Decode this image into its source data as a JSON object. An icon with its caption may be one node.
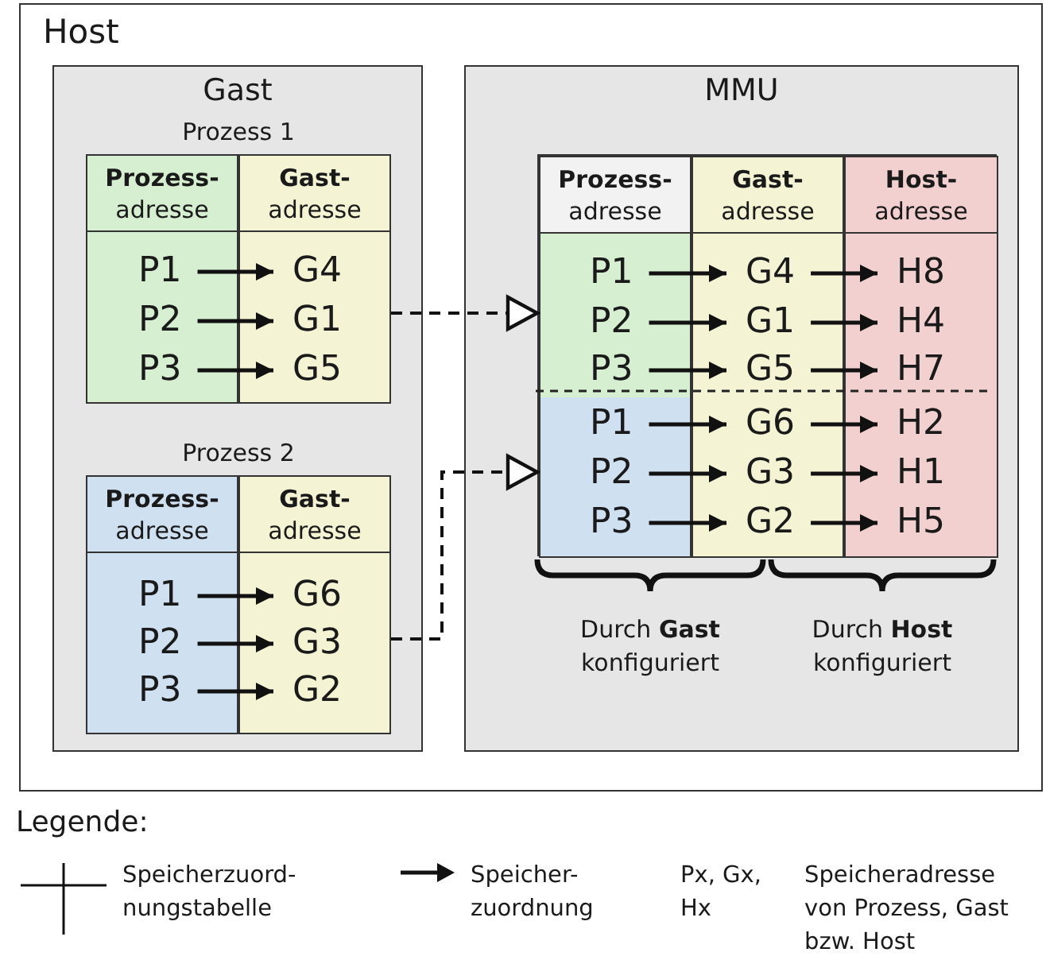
{
  "diagram": {
    "nodes": [
      {
        "text": [
          "Host"
        ]
      },
      {
        "text": [
          "Gast"
        ],
        "in": 0
      },
      {
        "text": [
          "Prozess 1"
        ],
        "in": 1
      },
      {
        "text": [
          "**Prozess-** adresse"
        ],
        "in": 2
      },
      {
        "text": [
          "**Gast-** adresse"
        ],
        "in": 2
      },
      {
        "text": [
          "P1"
        ],
        "in": 3
      },
      {
        "text": [
          "P2"
        ],
        "in": 3
      },
      {
        "text": [
          "P3"
        ],
        "in": 3
      },
      {
        "text": [
          "G4"
        ],
        "in": 4
      },
      {
        "text": [
          "G1"
        ],
        "in": 4
      },
      {
        "text": [
          "G5"
        ],
        "in": 4
      },
      {
        "text": [
          "Prozess 2"
        ],
        "in": 1
      },
      {
        "text": [
          "**Prozess-** adresse"
        ],
        "in": 11
      },
      {
        "text": [
          "**Gast-** adresse"
        ],
        "in": 11
      },
      {
        "text": [
          "P1"
        ],
        "in": 12
      },
      {
        "text": [
          "P2"
        ],
        "in": 12
      },
      {
        "text": [
          "P3"
        ],
        "in": 12
      },
      {
        "text": [
          "G6"
        ],
        "in": 13
      },
      {
        "text": [
          "G3"
        ],
        "in": 13
      },
      {
        "text": [
          "G2"
        ],
        "in": 13
      },
      {
        "text": [
          "MMU"
        ],
        "in": 0
      },
      {
        "text": [],
        "shape": "box",
        "in": 20
      },
      {
        "text": [
          "**Prozess-** adresse"
        ],
        "in": 21
      },
      {
        "text": [
          "**Gast-** adresse"
        ],
        "in": 21
      },
      {
        "text": [
          "**Host-** adresse"
        ],
        "in": 21
      },
      {
        "text": [
          "P1"
        ],
        "in": 22
      },
      {
        "text": [
          "P2"
        ],
        "in": 22
      },
      {
        "text": [
          "P3"
        ],
        "in": 22
      },
      {
        "text": [
          "P1"
        ],
        "in": 22
      },
      {
        "text": [
          "P2"
        ],
        "in": 22
      },
      {
        "text": [
          "P3"
        ],
        "in": 22
      },
      {
        "text": [
          "G4"
        ],
        "in": 23
      },
      {
        "text": [
          "G1"
        ],
        "in": 23
      },
      {
        "text": [
          "G5"
        ],
        "in": 23
      },
      {
        "text": [
          "G6"
        ],
        "in": 23
      },
      {
        "text": [
          "G3"
        ],
        "in": 23
      },
      {
        "text": [
          "G2"
        ],
        "in": 23
      },
      {
        "text": [
          "H8"
        ],
        "in": 24
      },
      {
        "text": [
          "H4"
        ],
        "in": 24
      },
      {
        "text": [
          "H7"
        ],
        "in": 24
      },
      {
        "text": [
          "H2"
        ],
        "in": 24
      },
      {
        "text": [
          "H1"
        ],
        "in": 24
      },
      {
        "text": [
          "H5"
        ],
        "in": 24
      }
    ],
    "edges": [
      {
        "from": 2,
        "to": 21,
        "arrow": "to",
        "style": "dashed"
      },
      {
        "from": 11,
        "to": 21,
        "arrow": "to",
        "style": "dashed"
      },
      {
        "from": 5,
        "to": 8,
        "arrow": "to"
      },
      {
        "from": 6,
        "to": 9,
        "arrow": "to"
      },
      {
        "from": 7,
        "to": 10,
        "arrow": "to"
      },
      {
        "from": 14,
        "to": 17,
        "arrow": "to"
      },
      {
        "from": 15,
        "to": 18,
        "arrow": "to"
      },
      {
        "from": 16,
        "to": 19,
        "arrow": "to"
      },
      {
        "from": 25,
        "to": 31,
        "arrow": "to"
      },
      {
        "from": 26,
        "to": 32,
        "arrow": "to"
      },
      {
        "from": 27,
        "to": 33,
        "arrow": "to"
      },
      {
        "from": 28,
        "to": 34,
        "arrow": "to"
      },
      {
        "from": 29,
        "to": 35,
        "arrow": "to"
      },
      {
        "from": 30,
        "to": 36,
        "arrow": "to"
      },
      {
        "from": 31,
        "to": 37,
        "arrow": "to"
      },
      {
        "from": 32,
        "to": 38,
        "arrow": "to"
      },
      {
        "from": 33,
        "to": 39,
        "arrow": "to"
      },
      {
        "from": 34,
        "to": 40,
        "arrow": "to"
      },
      {
        "from": 35,
        "to": 41,
        "arrow": "to"
      },
      {
        "from": 36,
        "to": 42,
        "arrow": "to"
      }
    ],
    "labels": [
      "Durch **Gast** konfiguriert",
      "Durch **Host** konfiguriert",
      "Legende:",
      "Px, Gx, Hx"
    ],
    "legend": [
      {
        "text": "Speicherzuord- nungstabelle"
      },
      {
        "text": "Speicher- zuordnung"
      },
      {
        "text": "Speicheradresse von Prozess, Gast bzw. Host"
      }
    ]
  }
}
